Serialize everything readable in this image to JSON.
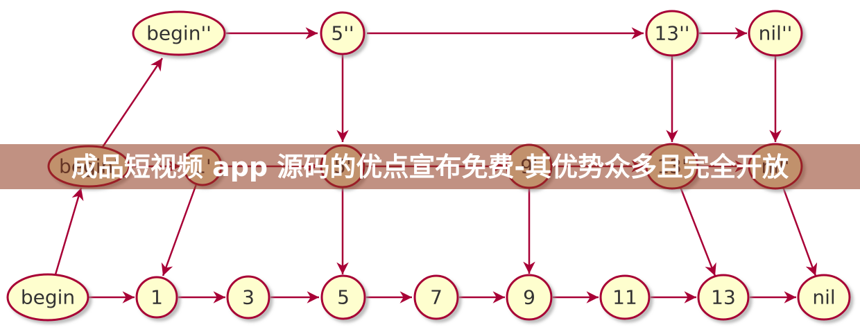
{
  "banner": {
    "text": "成品短视频 app 源码的优点宣布免费-其优势众多且完全开放",
    "text_color": "#ffffff",
    "overlay_rgba": "rgba(142,55,28,0.55)"
  },
  "diagram": {
    "type": "skip-list",
    "background": "#ffffff",
    "node_fill": "#fefece",
    "node_border": "#a80036",
    "edge_color": "#a80036",
    "label_color": "#333333",
    "levels": [
      {
        "name": "level-3",
        "nodes": [
          {
            "label": "begin''"
          },
          {
            "label": "5''"
          },
          {
            "label": "13''"
          },
          {
            "label": "nil''"
          }
        ]
      },
      {
        "name": "level-2",
        "nodes": [
          {
            "label": "begin'"
          },
          {
            "label": "1'"
          },
          {
            "label": "5'"
          },
          {
            "label": "9'"
          },
          {
            "label": "13'"
          },
          {
            "label": "nil'"
          }
        ]
      },
      {
        "name": "level-1",
        "nodes": [
          {
            "label": "begin"
          },
          {
            "label": "1"
          },
          {
            "label": "3"
          },
          {
            "label": "5"
          },
          {
            "label": "7"
          },
          {
            "label": "9"
          },
          {
            "label": "11"
          },
          {
            "label": "13"
          },
          {
            "label": "nil"
          }
        ]
      }
    ],
    "edges": [
      {
        "from": "begin''",
        "to": "5''"
      },
      {
        "from": "5''",
        "to": "13''"
      },
      {
        "from": "13''",
        "to": "nil''"
      },
      {
        "from": "begin'",
        "to": "1'"
      },
      {
        "from": "1'",
        "to": "5'"
      },
      {
        "from": "5'",
        "to": "9'"
      },
      {
        "from": "9'",
        "to": "13'"
      },
      {
        "from": "13'",
        "to": "nil'"
      },
      {
        "from": "begin",
        "to": "1"
      },
      {
        "from": "1",
        "to": "3"
      },
      {
        "from": "3",
        "to": "5"
      },
      {
        "from": "5",
        "to": "7"
      },
      {
        "from": "7",
        "to": "9"
      },
      {
        "from": "9",
        "to": "11"
      },
      {
        "from": "11",
        "to": "13"
      },
      {
        "from": "13",
        "to": "nil"
      },
      {
        "from": "5''",
        "to": "5'"
      },
      {
        "from": "13''",
        "to": "13'"
      },
      {
        "from": "nil''",
        "to": "nil'"
      },
      {
        "from": "1'",
        "to": "1"
      },
      {
        "from": "5'",
        "to": "5"
      },
      {
        "from": "9'",
        "to": "9"
      },
      {
        "from": "13'",
        "to": "13"
      },
      {
        "from": "nil'",
        "to": "nil"
      },
      {
        "from": "begin",
        "to": "begin'"
      },
      {
        "from": "begin'",
        "to": "begin''"
      }
    ]
  }
}
